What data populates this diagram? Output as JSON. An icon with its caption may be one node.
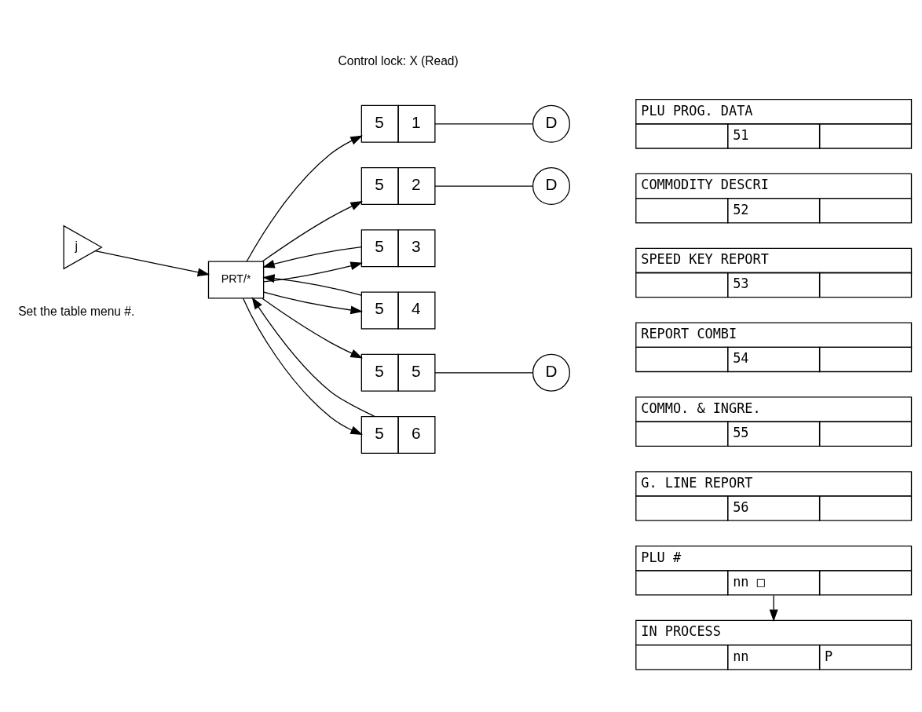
{
  "diagram": {
    "nodes": [
      {
        "text": [
          "5",
          "1"
        ]
      },
      {
        "text": [
          "D"
        ]
      },
      {
        "text": [
          "5",
          "2"
        ]
      },
      {
        "text": [
          "D"
        ]
      },
      {
        "text": [
          "5",
          "3"
        ]
      },
      {
        "text": [
          "5",
          "4"
        ]
      },
      {
        "text": [
          "5",
          "5"
        ]
      },
      {
        "text": [
          "D"
        ]
      },
      {
        "text": [
          "5",
          "6"
        ]
      },
      {
        "text": [
          "j"
        ]
      },
      {
        "text": [
          "PRT/*"
        ]
      },
      {
        "text": [
          "PLU PROG. DATA",
          "51"
        ]
      },
      {
        "text": [
          "COMMODITY DESCRI",
          "52"
        ]
      },
      {
        "text": [
          "SPEED KEY REPORT",
          "53"
        ]
      },
      {
        "text": [
          "REPORT COMBI",
          "54"
        ]
      },
      {
        "text": [
          "COMMO. & INGRE.",
          "55"
        ]
      },
      {
        "text": [
          "G. LINE REPORT",
          "56"
        ]
      },
      {
        "text": [
          "PLU #",
          "nn □"
        ]
      },
      {
        "text": [
          "IN PROCESS",
          "nn",
          "P"
        ]
      }
    ],
    "edges": [
      {
        "from": 0,
        "to": 1,
        "arrow": "none"
      },
      {
        "from": 2,
        "to": 3,
        "arrow": "none"
      },
      {
        "from": 6,
        "to": 7,
        "arrow": "none"
      },
      {
        "from": 4,
        "to": 10,
        "arrow": "to"
      },
      {
        "from": 5,
        "to": 10,
        "arrow": "to"
      },
      {
        "from": 8,
        "to": 10,
        "arrow": "to"
      },
      {
        "from": 9,
        "to": 10,
        "arrow": "to"
      },
      {
        "from": 10,
        "to": 0,
        "arrow": "to"
      },
      {
        "from": 10,
        "to": 2,
        "arrow": "to"
      },
      {
        "from": 10,
        "to": 4,
        "arrow": "to"
      },
      {
        "from": 10,
        "to": 5,
        "arrow": "to"
      },
      {
        "from": 10,
        "to": 6,
        "arrow": "to"
      },
      {
        "from": 10,
        "to": 8,
        "arrow": "to"
      },
      {
        "from": 17,
        "to": 18,
        "arrow": "to"
      }
    ],
    "labels": [
      "Control lock: X (Read)",
      "Set the table menu #."
    ]
  }
}
